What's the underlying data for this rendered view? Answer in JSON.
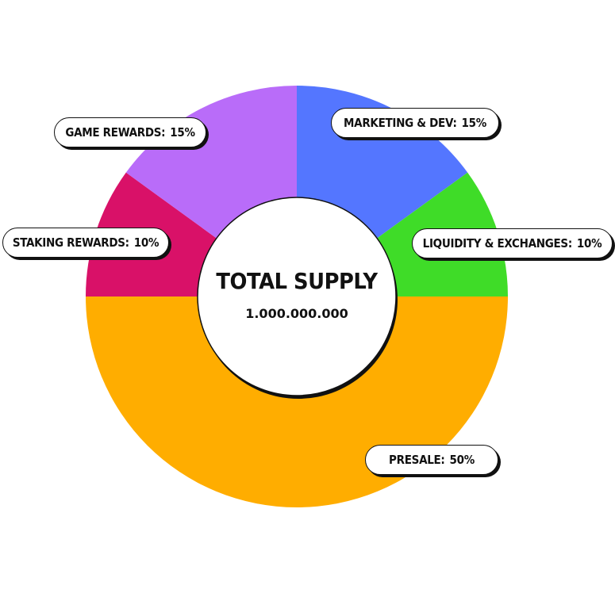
{
  "chart_data": {
    "type": "pie",
    "donut": true,
    "center": {
      "title": "TOTAL SUPPLY",
      "value": "1.000.000.000"
    },
    "slices": [
      {
        "id": "marketing",
        "label": "MARKETING & DEV:",
        "percent_label": "15%",
        "value": 15,
        "color": "#5476ff"
      },
      {
        "id": "liquidity",
        "label": "LIQUIDITY & EXCHANGES:",
        "percent_label": "10%",
        "value": 10,
        "color": "#3fdc28"
      },
      {
        "id": "presale",
        "label": "PRESALE:",
        "percent_label": "50%",
        "value": 50,
        "color": "#ffad00"
      },
      {
        "id": "staking",
        "label": "STAKING REWARDS:",
        "percent_label": "10%",
        "value": 10,
        "color": "#d91168"
      },
      {
        "id": "game",
        "label": "GAME REWARDS:",
        "percent_label": "15%",
        "value": 15,
        "color": "#b96cf9"
      }
    ]
  }
}
